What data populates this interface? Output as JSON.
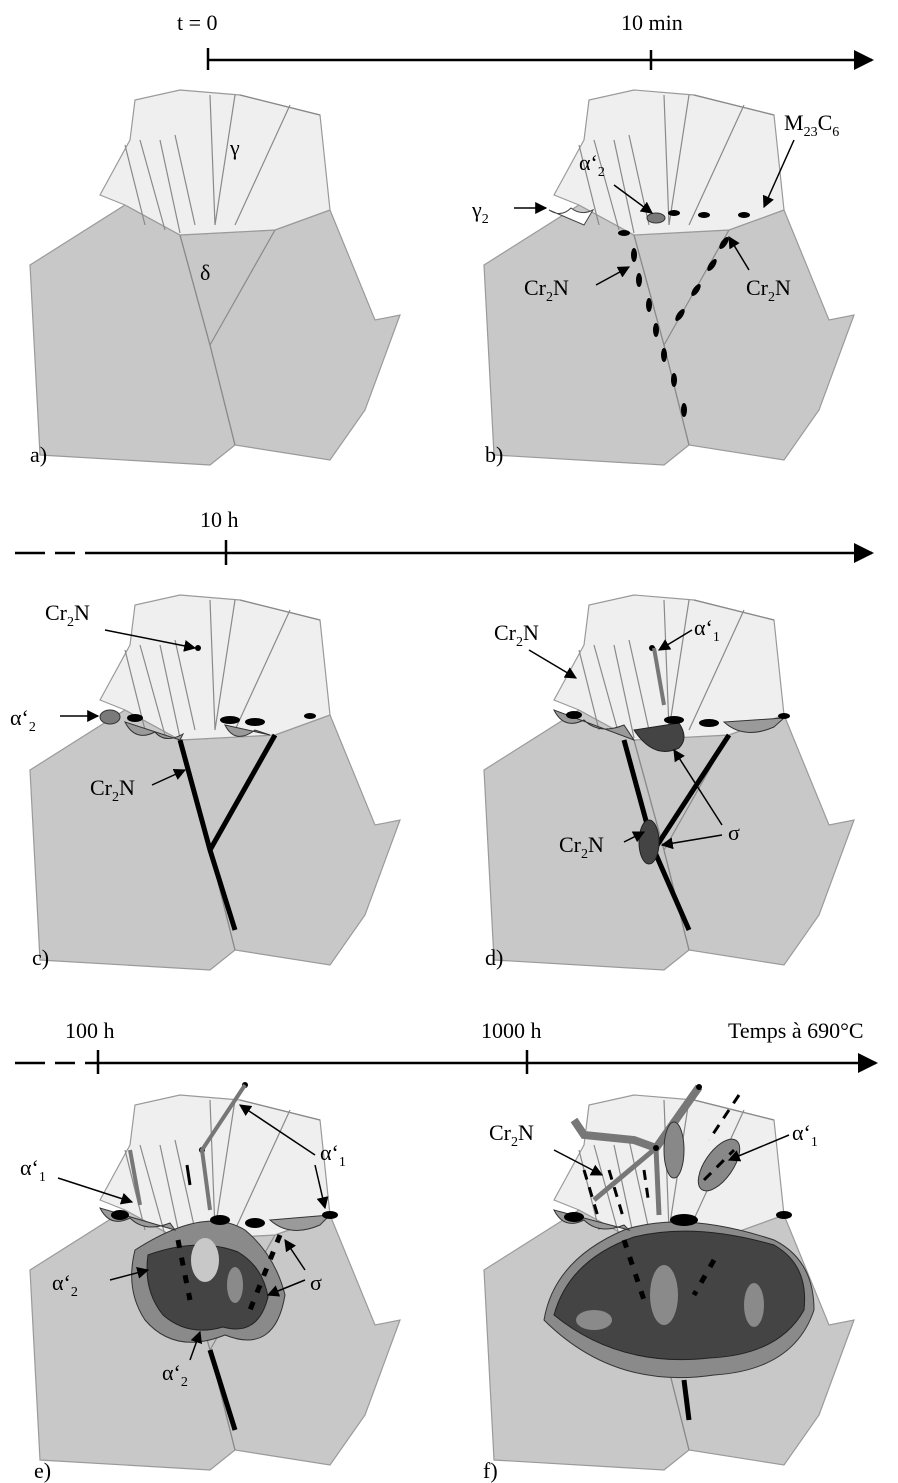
{
  "timeline": {
    "row1": {
      "t0": "t = 0",
      "t1": "10 min"
    },
    "row2": {
      "t1": "10 h"
    },
    "row3": {
      "t1": "100 h",
      "t2": "1000 h",
      "end": "Temps à 690°C"
    }
  },
  "grains": {
    "gamma": "γ",
    "delta": "δ"
  },
  "labels": {
    "M23C6": {
      "base": "M",
      "sub1": "23",
      "mid": "C",
      "sub2": "6"
    },
    "gamma2": {
      "base": "γ",
      "sub": "2"
    },
    "alpha2": {
      "base": "α‘",
      "sub": "2"
    },
    "alpha1": {
      "base": "α‘",
      "sub": "1"
    },
    "Cr2N": {
      "base": "Cr",
      "sub": "2",
      "end": "N"
    },
    "sigma": "σ"
  },
  "panels": [
    "a)",
    "b)",
    "c)",
    "d)",
    "e)",
    "f)"
  ],
  "colors": {
    "delta_grain": "#c8c8c8",
    "gamma_grain": "#efefef",
    "alpha2": "#7a7a7a",
    "sigma": "#444444"
  }
}
